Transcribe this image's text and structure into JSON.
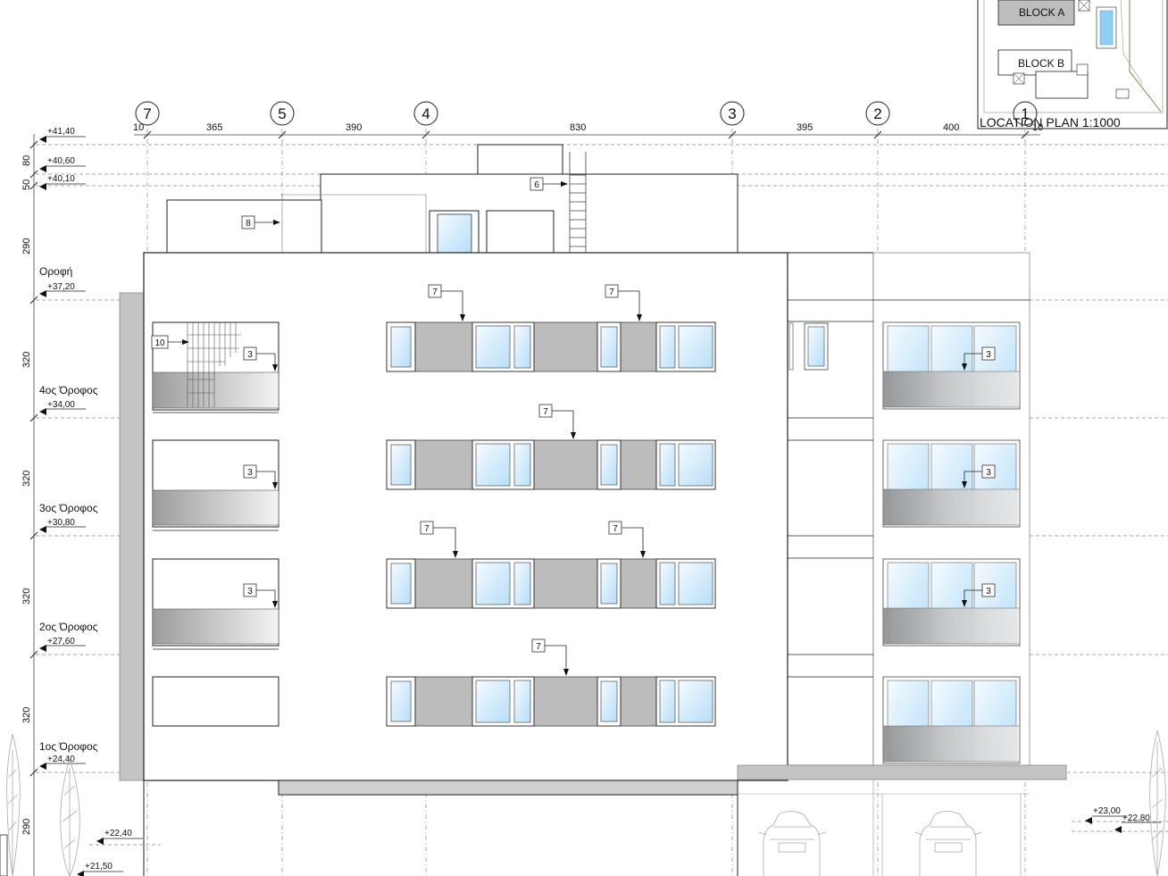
{
  "location_plan": {
    "title": "LOCATION PLAN 1:1000",
    "block_a": "BLOCK A",
    "block_b": "BLOCK B"
  },
  "axes": [
    "7",
    "5",
    "4",
    "3",
    "2",
    "1"
  ],
  "top_dimensions": [
    "10",
    "365",
    "390",
    "830",
    "395",
    "400",
    "10"
  ],
  "level_marks": [
    "+41,40",
    "+40,60",
    "+40,10",
    "+37,20",
    "+34,00",
    "+30,80",
    "+27,60",
    "+24,40",
    "+22,40",
    "+21,50",
    "+23,00",
    "+22,80"
  ],
  "floor_names": [
    "Οροφή",
    "4ος Όροφος",
    "3ος Όροφος",
    "2ος Όροφος",
    "1ος Όροφος"
  ],
  "vertical_dimensions": [
    "80",
    "50",
    "290",
    "320",
    "320",
    "320",
    "320",
    "290"
  ],
  "tags": [
    "6",
    "8",
    "7",
    "7",
    "10",
    "3",
    "3",
    "7",
    "3",
    "3",
    "7",
    "7",
    "3",
    "3",
    "7"
  ],
  "colors": {
    "line": "#222222",
    "grid_line": "#9a9a9a",
    "panel_grey": "#bdbdbd",
    "glass": "#d4ecfb",
    "glass_light": "#f2f9fe"
  }
}
